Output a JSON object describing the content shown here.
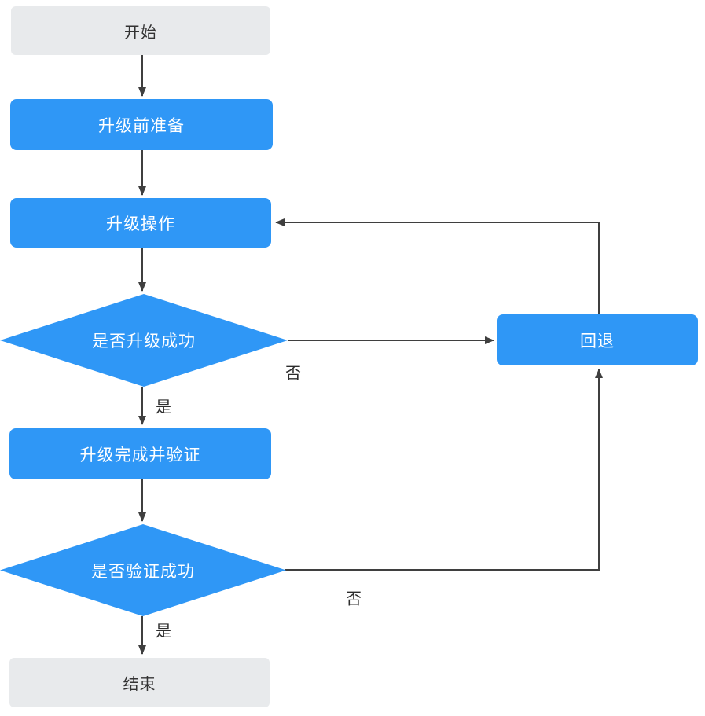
{
  "nodes": {
    "start": {
      "label": "开始",
      "type": "terminal"
    },
    "prepare": {
      "label": "升级前准备",
      "type": "process"
    },
    "operate": {
      "label": "升级操作",
      "type": "process"
    },
    "decision_upgrade": {
      "label": "是否升级成功",
      "type": "decision"
    },
    "rollback": {
      "label": "回退",
      "type": "process"
    },
    "verify": {
      "label": "升级完成并验证",
      "type": "process"
    },
    "decision_verify": {
      "label": "是否验证成功",
      "type": "decision"
    },
    "end": {
      "label": "结束",
      "type": "terminal"
    }
  },
  "edge_labels": {
    "upgrade_yes": "是",
    "upgrade_no": "否",
    "verify_yes": "是",
    "verify_no": "否"
  },
  "colors": {
    "process_fill": "#2f97f6",
    "terminal_fill": "#e8eaec",
    "process_text": "#ffffff",
    "terminal_text": "#333333",
    "connector": "#3f3f3f"
  }
}
